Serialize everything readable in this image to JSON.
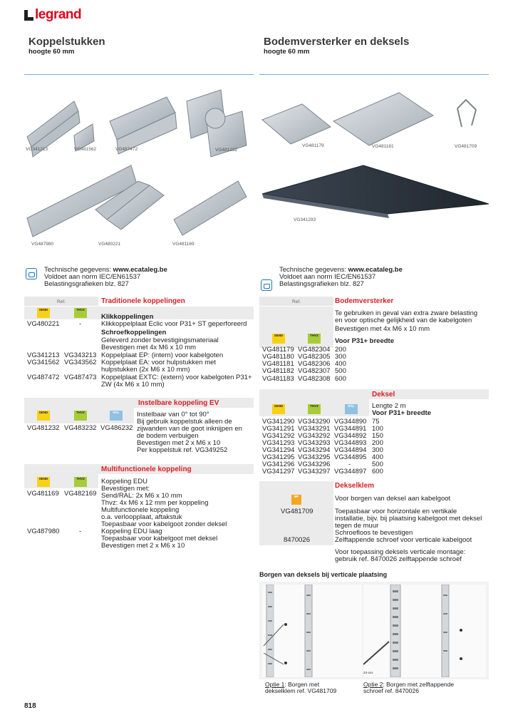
{
  "brand": {
    "name": "legrand",
    "color": "#e2001a",
    "accent": "#7aa9d6",
    "red": "#d71f26"
  },
  "left_header": {
    "title": "Koppelstukken",
    "subtitle": "hoogte 60 mm"
  },
  "right_header": {
    "title": "Bodemversterker en deksels",
    "subtitle": "hoogte 60 mm"
  },
  "left_images": {
    "captions": [
      "VG341213",
      "VG481562",
      "VG487472",
      "VG481232",
      "VG487980",
      "VG480221",
      "VG481169"
    ]
  },
  "right_images": {
    "captions": [
      "VG481179",
      "VG481181",
      "VG481709",
      "VG341293"
    ]
  },
  "tech_info": {
    "line1_prefix": "Technische gegevens: ",
    "line1_link": "www.ecataleg.be",
    "line2": "Voldoet aan norm IEC/EN61537",
    "line3": "Belastingsgrafieken blz. 827"
  },
  "ref_label": "Ref.",
  "badges": {
    "send": "SEND",
    "thvz": "THVZ",
    "ral": "RAL",
    "mf": "MF"
  },
  "trad": {
    "title": "Traditionele koppelingen",
    "r1_ref1": "VG480221",
    "r1_ref2": "-",
    "klik_title": "Klikkoppelingen",
    "klik_desc": "Klikkoppelplaat Eclic voor P31+ ST geperforeerd",
    "schroef_title": "Schroefkoppelingen",
    "schroef_desc1": "Geleverd zonder bevestigingsmateriaal",
    "schroef_desc2": "Bevestigen met 4x M6 x 10 mm",
    "r2_ref1": "VG341213",
    "r2_ref2": "VG343213",
    "r2_desc": "Koppelplaat EP: (intern) voor kabelgoten",
    "r3_ref1": "VG341562",
    "r3_ref2": "VG343562",
    "r3_desc1": "Koppelplaat EA: voor hulpstukken met",
    "r3_desc2": "hulpstukken (2x M6 x 10 mm)",
    "r4_ref1": "VG487472",
    "r4_ref2": "VG487473",
    "r4_desc1": "Koppelplaat EXTC: (extern) voor kabelgoten P31+",
    "r4_desc2": "ZW (4x M6 x 10 mm)"
  },
  "ev": {
    "title": "Instelbare koppeling EV",
    "ref1": "VG481232",
    "ref2": "VG483232",
    "ref3": "VG486232",
    "lines": [
      "Instelbaar van 0° tot 90°",
      "Bij gebruik koppelstuk alleen de",
      "zijwanden van de goot inknijpen en",
      "de bodem verbuigen",
      "Bevestigen met 2 x M6 x 10",
      "Per koppelstuk ref. VG349252"
    ]
  },
  "multi": {
    "title": "Multifunctionele koppeling",
    "r1_ref1": "VG481169",
    "r1_ref2": "VG482169",
    "lines1": [
      "Koppeling EDU",
      "Bevestigen met:",
      "Send/RAL: 2x M6 x 10 mm",
      "Thvz: 4x M6 x 12 mm per koppeling",
      "Multifunctionele koppeling",
      "o.a. verloopplaat, aftakstuk",
      "Toepasbaar voor kabelgoot zonder deksel"
    ],
    "r2_ref1": "VG487980",
    "r2_ref2": "-",
    "lines2": [
      "Koppeling EDU laag",
      "Toepasbaar voor kabelgoot met deksel",
      "Bevestigen met 2 x M6 x 10"
    ]
  },
  "bodem": {
    "title": "Bodemversterker",
    "desc": [
      "Te gebruiken in geval van extra zware belasting",
      "en voor optische gelijkheid  van de kabelgoten",
      "Bevestigen met 4x M6 x 10 mm"
    ],
    "width_title": "Voor P31+ breedte",
    "rows": [
      [
        "VG481179",
        "VG482304",
        "200"
      ],
      [
        "VG481180",
        "VG482305",
        "300"
      ],
      [
        "VG481181",
        "VG482306",
        "400"
      ],
      [
        "VG481182",
        "VG482307",
        "500"
      ],
      [
        "VG481183",
        "VG482308",
        "600"
      ]
    ]
  },
  "deksel": {
    "title": "Deksel",
    "length": "Lengte 2 m",
    "width_title": "Voor P31+ breedte",
    "rows": [
      [
        "VG341290",
        "VG343290",
        "VG344890",
        "75"
      ],
      [
        "VG341291",
        "VG343291",
        "VG344891",
        "100"
      ],
      [
        "VG341292",
        "VG343292",
        "VG344892",
        "150"
      ],
      [
        "VG341293",
        "VG343293",
        "VG344893",
        "200"
      ],
      [
        "VG341294",
        "VG343294",
        "VG344894",
        "300"
      ],
      [
        "VG341295",
        "VG343295",
        "VG344895",
        "400"
      ],
      [
        "VG341296",
        "VG343296",
        "-",
        "500"
      ],
      [
        "VG341297",
        "VG343297",
        "VG344897",
        "600"
      ]
    ]
  },
  "klem": {
    "title": "Dekselklem",
    "ref1": "VG481709",
    "desc1": "Voor borgen van deksel aan kabelgoot",
    "lines": [
      "Toepasbaar voor horizontale en vertikale",
      "installatie, bijv. bij plaatsing kabelgoot met deksel",
      "tegen de muur",
      "Schroefloos te bevestigen"
    ],
    "ref2": "8470026",
    "desc2": "Zelftappende schroef voor verticale kabelgoot",
    "note1": "Voor toepassing deksels verticale montage:",
    "note2": "gebruik ref. 8470026 zelftappende schroef"
  },
  "borgen": {
    "title": "Borgen van deksels bij verticale plaatsing",
    "opt1_label": "Optie 1",
    "opt1_l1": ": Borgen met",
    "opt1_l2": "dekselklem ref. VG481709",
    "opt2_label": "Optie 2",
    "opt2_l1": ": Borgen met zelftappende",
    "opt2_l2": "schroef ref. 8470026",
    "tag": "Z4-xxx"
  },
  "page_number": "818"
}
